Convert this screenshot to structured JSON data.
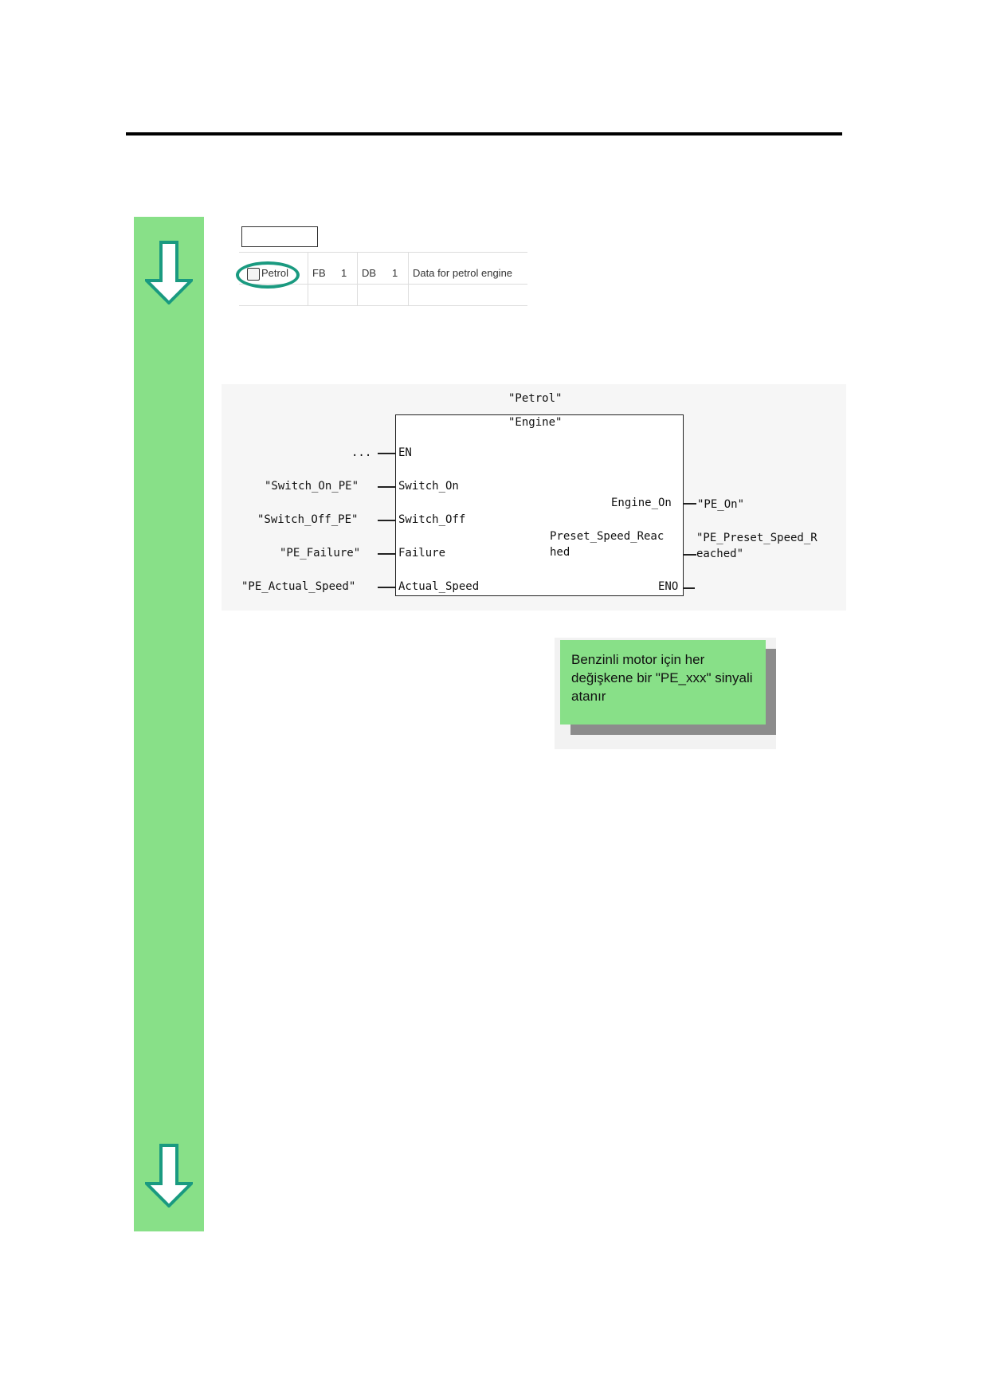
{
  "symbol_table": {
    "label_box": "",
    "row": {
      "name": "Petrol",
      "type": "FB",
      "type_no": "1",
      "db": "DB",
      "db_no": "1",
      "comment": "Data for petrol engine"
    }
  },
  "fb_block": {
    "instance_db": "\"Petrol\"",
    "block_name": "\"Engine\"",
    "inputs": [
      {
        "signal": "...",
        "pin": "EN"
      },
      {
        "signal": "\"Switch_On_PE\"",
        "pin": "Switch_On"
      },
      {
        "signal": "\"Switch_Off_PE\"",
        "pin": "Switch_Off"
      },
      {
        "signal": "\"PE_Failure\"",
        "pin": "Failure"
      },
      {
        "signal": "\"PE_Actual_Speed\"",
        "pin": "Actual_Speed"
      }
    ],
    "outputs": [
      {
        "pin": "Engine_On",
        "signal": "\"PE_On\""
      },
      {
        "pin_line1": "Preset_Speed_Reac",
        "pin_line2": "hed",
        "signal_line1": "\"PE_Preset_Speed_R",
        "signal_line2": "eached\""
      },
      {
        "pin": "ENO",
        "signal": ""
      }
    ]
  },
  "info_box": {
    "text": "Benzinli motor için her değişkene bir \"PE_xxx\" sinyali atanır"
  },
  "colors": {
    "green_bar": "#88e088",
    "arrow": "#1a9a80",
    "info_shadow": "#8c8c8c"
  },
  "icons": [
    "arrow-down-icon",
    "arrow-down-icon",
    "fb-block-icon"
  ]
}
